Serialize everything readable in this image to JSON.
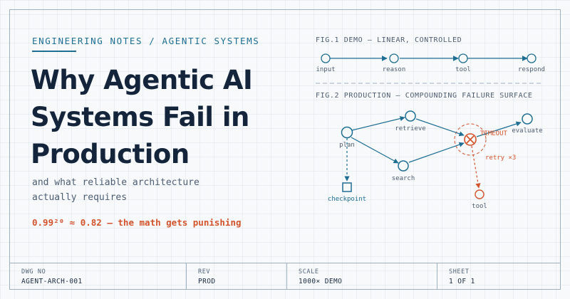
{
  "eyebrow": "ENGINEERING NOTES / AGENTIC SYSTEMS",
  "title_lines": [
    "Why Agentic AI",
    "Systems Fail in",
    "Production"
  ],
  "subtitle_lines": [
    "and what reliable architecture",
    "actually requires"
  ],
  "math_note": "0.99²⁰ ≈ 0.82 — the math gets punishing",
  "fig1": {
    "caption": "FIG.1  DEMO — LINEAR, CONTROLLED",
    "nodes": [
      "input",
      "reason",
      "tool",
      "respond"
    ]
  },
  "fig2": {
    "caption": "FIG.2  PRODUCTION — COMPOUNDING FAILURE SURFACE",
    "nodes": {
      "plan": "plan",
      "retrieve": "retrieve",
      "search": "search",
      "evaluate": "evaluate",
      "checkpoint": "checkpoint",
      "tool": "tool"
    },
    "failure_label": "TIMEOUT",
    "retry_label": "retry ×3"
  },
  "title_block": [
    {
      "key": "DWG NO",
      "value": "AGENT-ARCH-001"
    },
    {
      "key": "REV",
      "value": "PROD"
    },
    {
      "key": "SCALE",
      "value": "1000× DEMO"
    },
    {
      "key": "SHEET",
      "value": "1 OF 1"
    }
  ],
  "colors": {
    "accent_blue": "#1f6e93",
    "failure_orange": "#d2532c",
    "ink": "#14253b"
  }
}
